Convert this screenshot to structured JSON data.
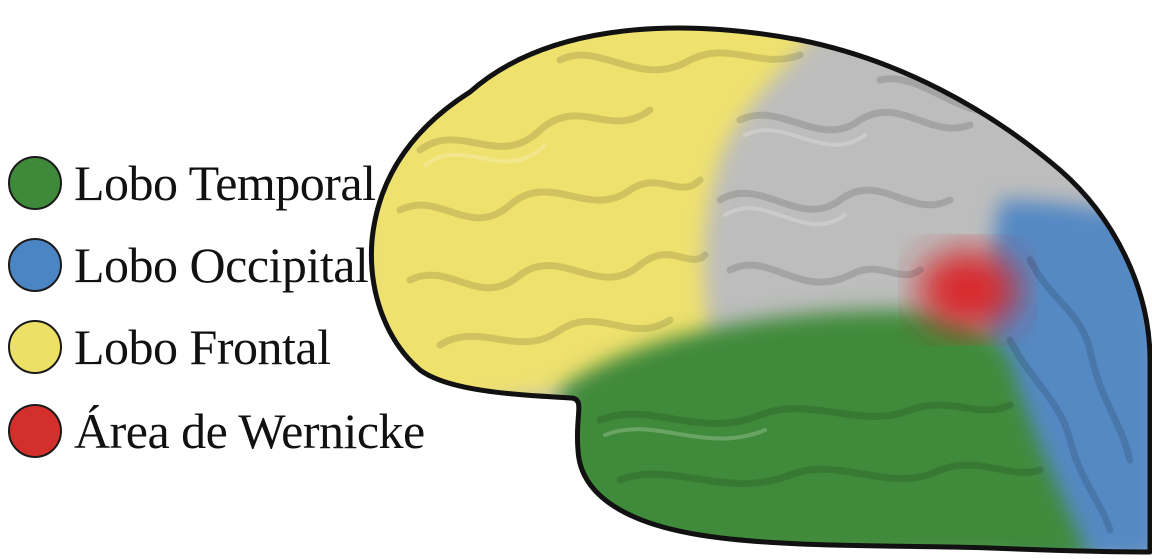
{
  "legend": {
    "items": [
      {
        "label": "Lobo Temporal",
        "color": "#3f8a3a"
      },
      {
        "label": "Lobo Occipital",
        "color": "#4c85c4"
      },
      {
        "label": "Lobo Frontal",
        "color": "#ece067"
      },
      {
        "label": "Área de Wernicke",
        "color": "#d3302b"
      }
    ]
  },
  "regions": {
    "frontal": {
      "color": "#efe16e"
    },
    "parietal": {
      "color": "#bdbdbd"
    },
    "temporal": {
      "color": "#3f8a3a"
    },
    "occipital": {
      "color": "#5589c4"
    },
    "wernicke": {
      "color": "#d8272b"
    },
    "outline": {
      "color": "#111111"
    }
  }
}
